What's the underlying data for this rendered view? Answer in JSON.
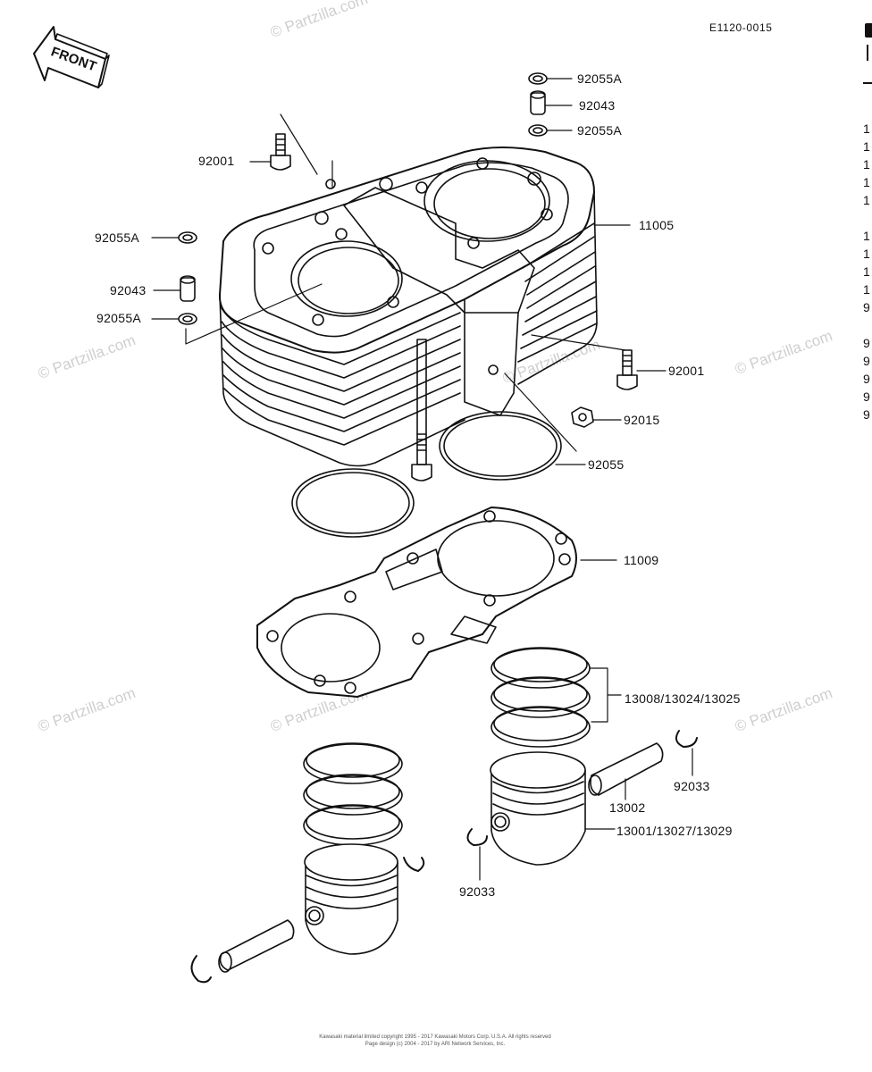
{
  "diagram": {
    "code": "E1120-0015",
    "front_label": "FRONT",
    "watermark": "© Partzilla.com",
    "footer_line1": "Kawasaki material limited copyright 1995 - 2017  Kawasaki Motors Corp. U.S.A.  All rights reserved",
    "footer_line2": "Page design (c) 2004 - 2017 by ARI Network Services, Inc.",
    "parts": {
      "p11005": "11005",
      "p92001_top": "92001",
      "p92001_right": "92001",
      "p92055A_t1": "92055A",
      "p92043_t": "92043",
      "p92055A_t2": "92055A",
      "p92055A_l1": "92055A",
      "p92043_l": "92043",
      "p92055A_l2": "92055A",
      "p92015": "92015",
      "p92055": "92055",
      "p11009": "11009",
      "p13008": "13008/13024/13025",
      "p13002": "13002",
      "p92033_r": "92033",
      "p13001": "13001/13027/13029",
      "p92033_c": "92033"
    },
    "edge_chars": [
      "1",
      "1",
      "1",
      "1",
      "1",
      "1",
      "1",
      "1",
      "1",
      "9",
      "9",
      "9",
      "9",
      "9",
      "9"
    ]
  }
}
